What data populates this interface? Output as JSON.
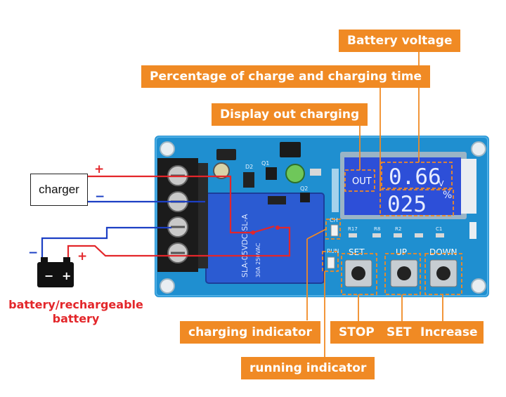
{
  "labels": {
    "battery_voltage": "Battery voltage",
    "percentage_time": "Percentage of charge and charging time",
    "display_out": "Display out charging",
    "charging_indicator": "charging indicator",
    "running_indicator": "running indicator",
    "stop": "STOP",
    "set": "SET",
    "increase": "Increase"
  },
  "charger": "charger",
  "battery": {
    "label_line1": "battery/rechargeable",
    "label_line2": "battery",
    "minus": "−",
    "plus": "+"
  },
  "wiring": {
    "charger_plus": "+",
    "charger_minus": "−",
    "battery_minus": "−",
    "battery_plus": "+"
  },
  "board": {
    "display": {
      "out": "OUT",
      "voltage": "0.66",
      "voltage_unit": "V",
      "percent": "025",
      "percent_unit": "%"
    },
    "buttons": {
      "set": "SET",
      "up": "UP",
      "down": "DOWN"
    },
    "relay_text": "SLA-05VDC-SL-A",
    "relay_rating": "30A 250VAC",
    "silk": {
      "ch": "CH",
      "run": "RUN",
      "d2": "D2",
      "q1": "Q1",
      "q2": "Q2",
      "r17": "R17",
      "r8": "R8",
      "r2": "R2",
      "c1": "C1"
    }
  },
  "colors": {
    "tag_bg": "#f08a24",
    "board": "#1f8fd0",
    "lcd": "#2d4fd8",
    "red_wire": "#e3262a",
    "blue_wire": "#1c3fc4",
    "battery_text": "#e3262a"
  }
}
